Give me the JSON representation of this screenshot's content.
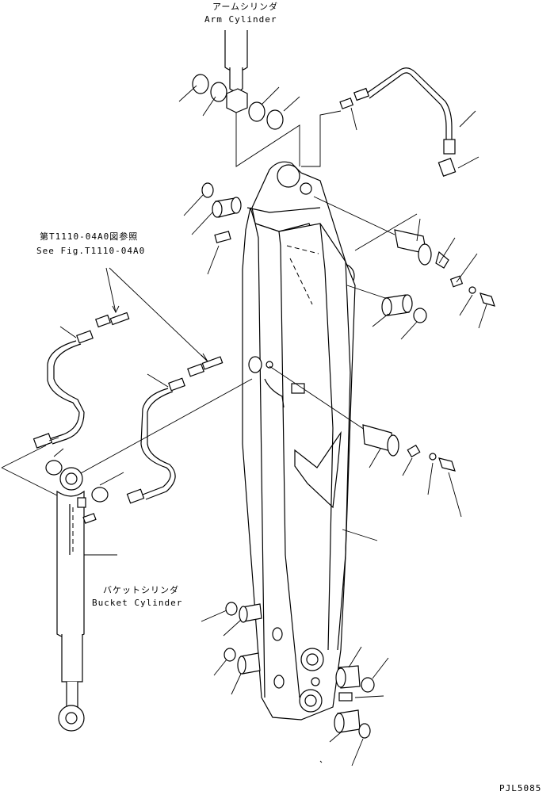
{
  "labels": {
    "arm_cylinder_jp": "アームシリンダ",
    "arm_cylinder_en": "Arm Cylinder",
    "ref_jp": "第T1110-04A0図参照",
    "ref_en": "See Fig.T1110-04A0",
    "bucket_cylinder_jp": "バケットシリンダ",
    "bucket_cylinder_en": "Bucket Cylinder",
    "drawing_code": "PJL5085"
  },
  "colors": {
    "ink": "#000000",
    "paper": "#ffffff"
  }
}
